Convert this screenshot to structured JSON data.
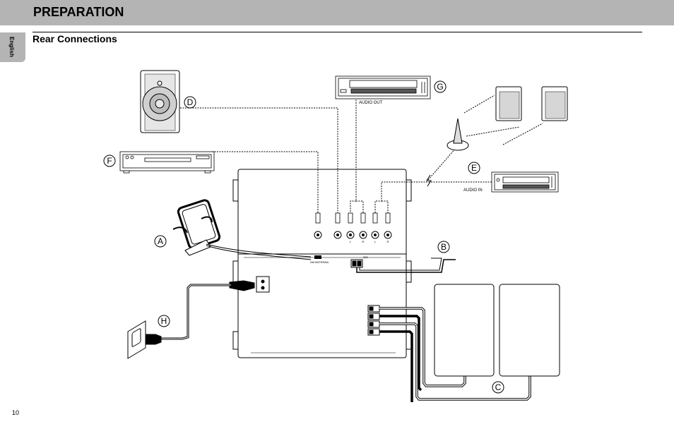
{
  "header": {
    "title": "PREPARATION"
  },
  "language_tab": {
    "label": "English"
  },
  "section": {
    "title": "Rear Connections"
  },
  "page": {
    "number": "10"
  },
  "diagram": {
    "callouts": {
      "A": "A",
      "B": "B",
      "C": "C",
      "D": "D",
      "E": "E",
      "F": "F",
      "G": "G",
      "H": "H"
    },
    "labels": {
      "audio_out": "AUDIO OUT",
      "audio_in": "AUDIO IN",
      "am_antenna": "AM ANTENNA",
      "fm": "300",
      "jack_l1": "L",
      "jack_r1": "R",
      "jack_l2": "L",
      "jack_r2": "R"
    }
  }
}
